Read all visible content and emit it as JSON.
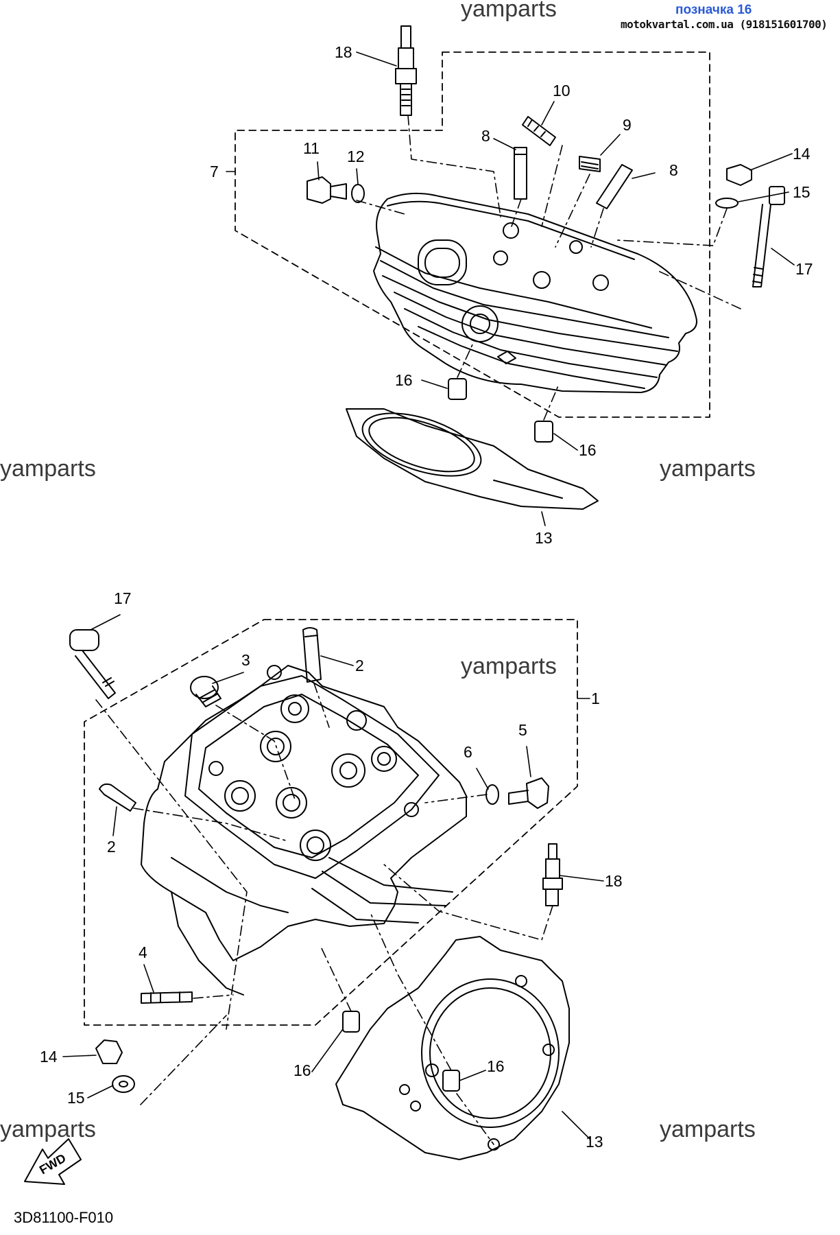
{
  "watermark": "yamparts",
  "badge": {
    "title": "позначка 16",
    "source": "motokvartal.com.ua (918151601700)"
  },
  "diagram_code": "3D81100-F010",
  "fwd_label": "FWD",
  "colors": {
    "line": "#000000",
    "watermark": "#3a3a3a",
    "badge_title": "#2b5ad6"
  },
  "top_view": {
    "callouts": [
      "18",
      "10",
      "8",
      "9",
      "8",
      "11",
      "12",
      "7",
      "14",
      "15",
      "17",
      "16",
      "16",
      "13"
    ]
  },
  "bottom_view": {
    "callouts": [
      "17",
      "3",
      "2",
      "1",
      "2",
      "6",
      "5",
      "18",
      "4",
      "14",
      "15",
      "16",
      "16",
      "13"
    ]
  }
}
